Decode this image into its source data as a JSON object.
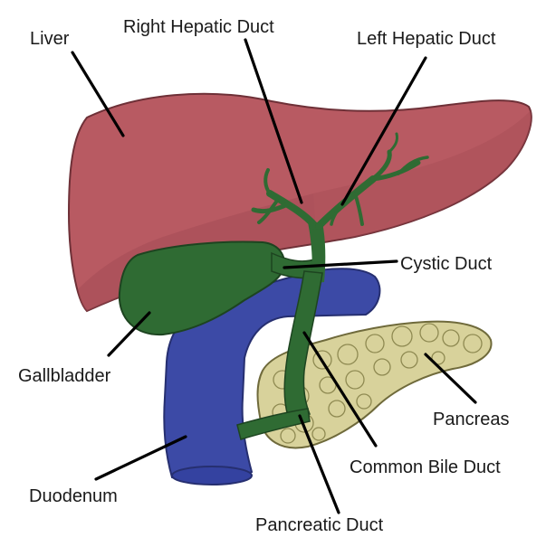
{
  "labels": {
    "liver": "Liver",
    "right_hepatic_duct": "Right Hepatic Duct",
    "left_hepatic_duct": "Left Hepatic Duct",
    "cystic_duct": "Cystic Duct",
    "gallbladder": "Gallbladder",
    "pancreas": "Pancreas",
    "common_bile_duct": "Common Bile Duct",
    "duodenum": "Duodenum",
    "pancreatic_duct": "Pancreatic Duct"
  },
  "colors": {
    "liver": "#b85a62",
    "liver_shadow": "#a44c55",
    "liver_outline": "#6e3037",
    "bile_ducts": "#2f6b33",
    "bile_ducts_outline": "#1d4420",
    "duodenum": "#3c4aa6",
    "duodenum_outline": "#262f70",
    "pancreas": "#d8d29b",
    "pancreas_outline": "#6f6a3b",
    "leader_lines": "#000000"
  }
}
